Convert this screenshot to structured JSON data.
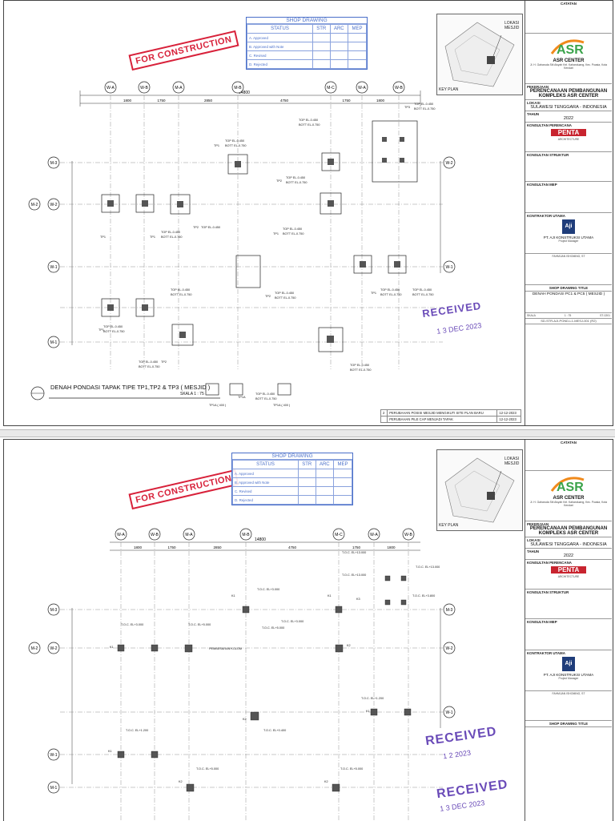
{
  "sheets": [
    {
      "stamp_fc": "FOR CONSTRUCTION",
      "shop_drawing": {
        "title": "SHOP DRAWING",
        "headers": [
          "STATUS",
          "STR",
          "ARC",
          "MEP"
        ],
        "rows": [
          "A. Approved",
          "B. Approved with Note",
          "C. Revised",
          "D. Rejected"
        ]
      },
      "keyplan": {
        "label": "KEY PLAN",
        "marker": "LOKASI MESJID"
      },
      "grid_top": [
        "W-A",
        "W-B",
        "M-A",
        "M-B",
        "M-C",
        "W-A",
        "W-B"
      ],
      "grid_left": [
        "M-3",
        "M-2",
        "W-2",
        "W-1",
        "M-1"
      ],
      "grid_right": [
        "W-2",
        "W-1"
      ],
      "dims_top": [
        "1800",
        "1750",
        "2850",
        "4750",
        "1750",
        "1800"
      ],
      "dim_total": "14800",
      "caption": "DENAH PONDASI TAPAK TIPE TP1,TP2 & TP3 ( MESJID )",
      "scale": "SKALA   1 : 75",
      "revisions": [
        {
          "no": "2",
          "desc": "PERUBAHAN POSISI MESJID MENGIKUTI SITE PLAN BARU",
          "date": "12-12-2023"
        },
        {
          "no": "",
          "desc": "PERUBAHAN PILE CAP MENJADI TAPAK",
          "date": "12-12-2023"
        }
      ],
      "received": "RECEIVED",
      "received_date": "1 3 DEC 2023",
      "tags": {
        "tp1": "TP1",
        "tp2": "TP2",
        "tp3": "TP3",
        "top_el": "TOP EL-0.450",
        "bott_el": "BOTT EL-0.750",
        "tp1a": "TP1A",
        "tp1a_400": "TP1A ( 400 )"
      },
      "title_block": {
        "notes_label": "CATATAN",
        "client": "ASR CENTER",
        "client_addr": "Jl. H. Gaharuda Siti Aisyah\nKel. Kahanduang, Kec. Poasia, Kota Kendari",
        "work_label": "PEKERJAAN",
        "work": "PERENCANAAN PEMBANGUNAN KOMPLEKS ASR CENTER",
        "location_label": "LOKASI",
        "location": "SULAWESI TENGGARA - INDONESIA",
        "year_label": "TAHUN",
        "year": "2022",
        "planner_label": "KONSULTAN PERENCANA",
        "planner": "PENTA",
        "planner_sub": "ARCHITECTURE",
        "struct_label": "KONSULTAN STRUKTUR",
        "mep_label": "KONSULTAN MEP",
        "contractor_label": "KONTRAKTOR UTAMA",
        "contractor": "PT. AJI KONSTRUKSI UTAMA",
        "pm": "Project Manager",
        "drawer": "FAHMIJAN ISHOMING, ST",
        "sheet_title_label": "SHOP DRAWING TITLE",
        "sheet_title": "DENAH PONDASI PC1 & PC5 ( MESJID )",
        "scale_label": "SKALA",
        "scale": "1 : 75",
        "code": "ST-0201",
        "doc_no": "SD-STR-AJI-POND-L1-MESJ-001 (R2)"
      }
    },
    {
      "stamp_fc": "FOR CONSTRUCTION",
      "shop_drawing": {
        "title": "SHOP DRAWING",
        "headers": [
          "STATUS",
          "STR",
          "ARC",
          "MEP"
        ],
        "rows": [
          "A. Approved",
          "B. Approved with Note",
          "C. Revised",
          "D. Rejected"
        ]
      },
      "keyplan": {
        "label": "KEY PLAN",
        "marker": "LOKASI MESJID"
      },
      "grid_top": [
        "W-A",
        "W-B",
        "M-A",
        "M-B",
        "M-C",
        "W-A",
        "W-B"
      ],
      "grid_left": [
        "M-3",
        "M-2",
        "W-2",
        "W-1",
        "M-1"
      ],
      "grid_right": [
        "M-3",
        "W-2",
        "W-1"
      ],
      "dims_top": [
        "1800",
        "1750",
        "2850",
        "4750",
        "1750",
        "1800"
      ],
      "dim_total": "14800",
      "received": "RECEIVED",
      "received_date": "1 3 DEC 2023",
      "received_date_b": "1 2 2023",
      "tags": {
        "toc_3000": "T.O.C. EL+3.000",
        "toc_3800": "T.O.C. EL+3.800",
        "toc_1200": "T.O.C. EL+1.200",
        "toc_13000": "T.O.C. EL+13.000",
        "toc_6000": "T.O.C. EL+5.000",
        "toc_0400": "T.O.C. EL+0.400",
        "pembesaran": "PEMBESARAN KOLOM",
        "k1": "K1",
        "k2": "K2",
        "k3": "K3"
      },
      "title_block": {
        "notes_label": "CATATAN",
        "client": "ASR CENTER",
        "client_addr": "Jl. H. Gaharuda Siti Aisyah\nKel. Kahanduang, Kec. Poasia, Kota Kendari",
        "work_label": "PEKERJAAN",
        "work": "PERENCANAAN PEMBANGUNAN KOMPLEKS ASR CENTER",
        "location_label": "LOKASI",
        "location": "SULAWESI TENGGARA - INDONESIA",
        "year_label": "TAHUN",
        "year": "2022",
        "planner_label": "KONSULTAN PERENCANA",
        "planner": "PENTA",
        "planner_sub": "ARCHITECTURE",
        "struct_label": "KONSULTAN STRUKTUR",
        "mep_label": "KONSULTAN MEP",
        "contractor_label": "KONTRAKTOR UTAMA",
        "contractor": "PT. AJI KONSTRUKSI UTAMA",
        "pm": "Project Manager",
        "drawer": "FAHMIJAN ISHOMING, ST",
        "sheet_title_label": "SHOP DRAWING TITLE"
      }
    }
  ],
  "colors": {
    "stamp_red": "#d8213a",
    "stamp_purple": "#6a4bb8",
    "shop_blue": "#4a6fc9",
    "asr_green": "#3aa34a",
    "asr_orange": "#f08a1c",
    "penta_red": "#c8242f"
  }
}
